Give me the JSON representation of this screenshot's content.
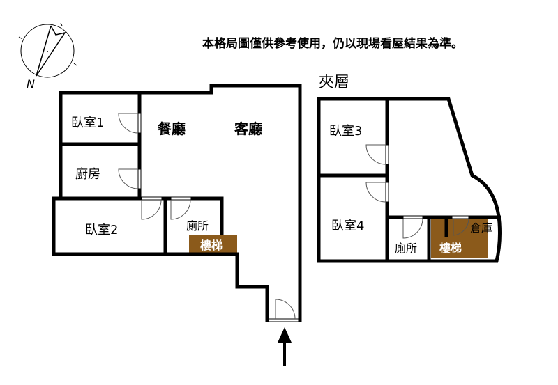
{
  "disclaimer": "本格局圖僅供參考使用，仍以現場看屋結果為準。",
  "compass_label": "N",
  "main_floor": {
    "rooms": {
      "bedroom1": "臥室1",
      "kitchen": "廚房",
      "dining": "餐廳",
      "living": "客廳",
      "bedroom2": "臥室2",
      "toilet": "廁所",
      "stairs": "樓梯"
    }
  },
  "mezzanine": {
    "title": "夾層",
    "rooms": {
      "bedroom3": "臥室3",
      "bedroom4": "臥室4",
      "toilet": "廁所",
      "stairs": "樓梯",
      "storage": "倉庫"
    }
  },
  "colors": {
    "stairs": "#8B5A1B",
    "wall": "#000000"
  }
}
